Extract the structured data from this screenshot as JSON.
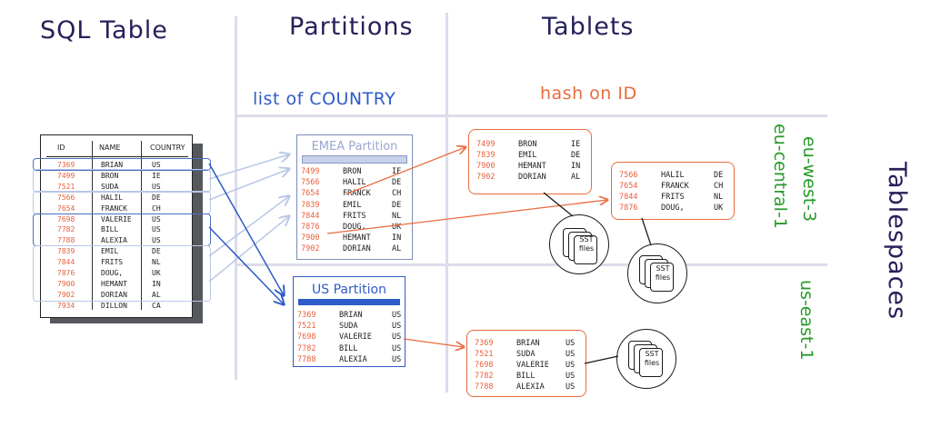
{
  "headings": {
    "sql_table": "SQL Table",
    "partitions": "Partitions",
    "tablets": "Tablets",
    "tablespaces": "Tablespaces"
  },
  "subheadings": {
    "partitioning": "list of COUNTRY",
    "sharding": "hash on ID"
  },
  "colors": {
    "heading": "#252159",
    "partition_blue": "#2f5bc8",
    "tablet_orange": "#ea6a3e",
    "region_green": "#279a2a",
    "row_id": "#e8603c"
  },
  "sql_table": {
    "columns": [
      "ID",
      "NAME",
      "COUNTRY"
    ],
    "rows": [
      {
        "id": "7369",
        "name": "BRIAN",
        "country": "US"
      },
      {
        "id": "7499",
        "name": "BRON",
        "country": "IE"
      },
      {
        "id": "7521",
        "name": "SUDA",
        "country": "US"
      },
      {
        "id": "7566",
        "name": "HALIL",
        "country": "DE"
      },
      {
        "id": "7654",
        "name": "FRANCK",
        "country": "CH"
      },
      {
        "id": "7698",
        "name": "VALERIE",
        "country": "US"
      },
      {
        "id": "7782",
        "name": "BILL",
        "country": "US"
      },
      {
        "id": "7788",
        "name": "ALEXIA",
        "country": "US"
      },
      {
        "id": "7839",
        "name": "EMIL",
        "country": "DE"
      },
      {
        "id": "7844",
        "name": "FRITS",
        "country": "NL"
      },
      {
        "id": "7876",
        "name": "DOUG,",
        "country": "UK"
      },
      {
        "id": "7900",
        "name": "HEMANT",
        "country": "IN"
      },
      {
        "id": "7902",
        "name": "DORIAN",
        "country": "AL"
      },
      {
        "id": "7934",
        "name": "DILLON",
        "country": "CA"
      }
    ]
  },
  "partitions": {
    "emea": {
      "title": "EMEA Partition",
      "rows": [
        {
          "id": "7499",
          "name": "BRON",
          "country": "IE"
        },
        {
          "id": "7566",
          "name": "HALIL",
          "country": "DE"
        },
        {
          "id": "7654",
          "name": "FRANCK",
          "country": "CH"
        },
        {
          "id": "7839",
          "name": "EMIL",
          "country": "DE"
        },
        {
          "id": "7844",
          "name": "FRITS",
          "country": "NL"
        },
        {
          "id": "7876",
          "name": "DOUG,",
          "country": "UK"
        },
        {
          "id": "7900",
          "name": "HEMANT",
          "country": "IN"
        },
        {
          "id": "7902",
          "name": "DORIAN",
          "country": "AL"
        }
      ]
    },
    "us": {
      "title": "US  Partition",
      "rows": [
        {
          "id": "7369",
          "name": "BRIAN",
          "country": "US"
        },
        {
          "id": "7521",
          "name": "SUDA",
          "country": "US"
        },
        {
          "id": "7698",
          "name": "VALERIE",
          "country": "US"
        },
        {
          "id": "7782",
          "name": "BILL",
          "country": "US"
        },
        {
          "id": "7788",
          "name": "ALEXIA",
          "country": "US"
        }
      ]
    }
  },
  "tablets": {
    "emea_1": {
      "rows": [
        {
          "id": "7499",
          "name": "BRON",
          "country": "IE"
        },
        {
          "id": "7839",
          "name": "EMIL",
          "country": "DE"
        },
        {
          "id": "7900",
          "name": "HEMANT",
          "country": "IN"
        },
        {
          "id": "7902",
          "name": "DORIAN",
          "country": "AL"
        }
      ]
    },
    "emea_2": {
      "rows": [
        {
          "id": "7566",
          "name": "HALIL",
          "country": "DE"
        },
        {
          "id": "7654",
          "name": "FRANCK",
          "country": "CH"
        },
        {
          "id": "7844",
          "name": "FRITS",
          "country": "NL"
        },
        {
          "id": "7876",
          "name": "DOUG,",
          "country": "UK"
        }
      ]
    },
    "us_1": {
      "rows": [
        {
          "id": "7369",
          "name": "BRIAN",
          "country": "US"
        },
        {
          "id": "7521",
          "name": "SUDA",
          "country": "US"
        },
        {
          "id": "7698",
          "name": "VALERIE",
          "country": "US"
        },
        {
          "id": "7782",
          "name": "BILL",
          "country": "US"
        },
        {
          "id": "7788",
          "name": "ALEXIA",
          "country": "US"
        }
      ]
    }
  },
  "sst_label": {
    "line1": "SST",
    "line2": "files"
  },
  "regions": {
    "eu_west": "eu-west-3",
    "eu_central": "eu-central-1",
    "us_east": "us-east-1"
  }
}
